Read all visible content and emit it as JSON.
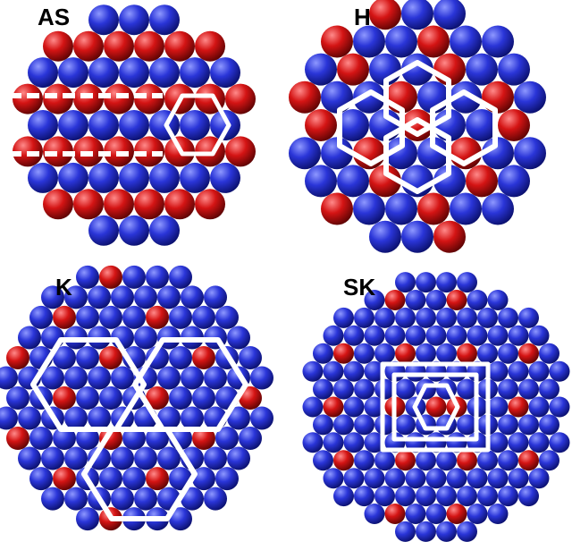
{
  "panels": [
    {
      "id": "AS",
      "label": "AS"
    },
    {
      "id": "H",
      "label": "H"
    },
    {
      "id": "K",
      "label": "K"
    },
    {
      "id": "SK",
      "label": "SK"
    }
  ],
  "colors": {
    "sphere_blue": "#2a35d8",
    "sphere_red": "#d41414",
    "overlay": "#ffffff",
    "label": "#000000"
  }
}
